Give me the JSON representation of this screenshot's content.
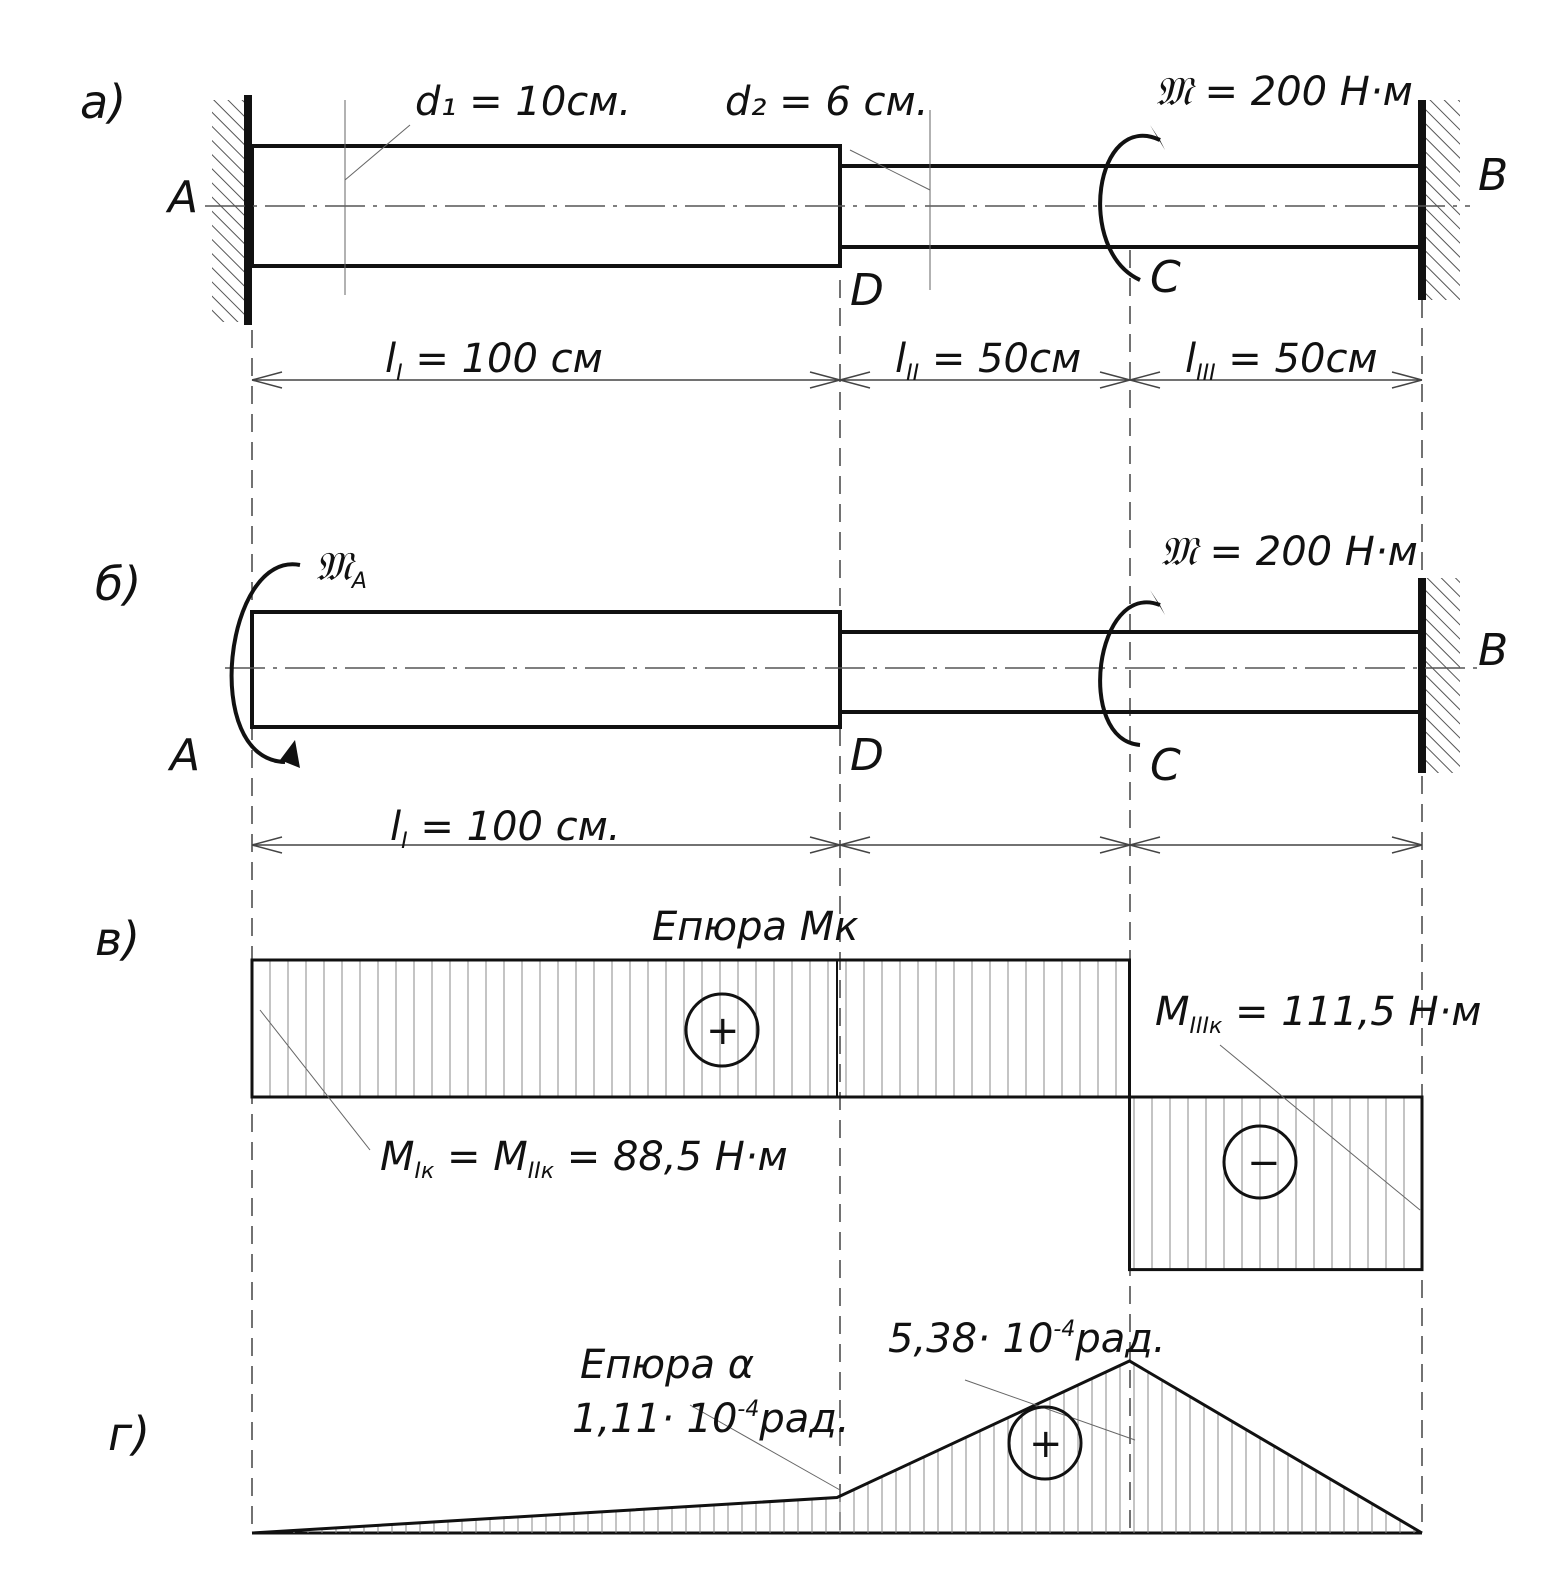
{
  "panels": {
    "a": "a)",
    "b": "б)",
    "v": "в)",
    "g": "г)"
  },
  "part_a": {
    "point_A": "A",
    "point_B": "B",
    "point_C": "C",
    "point_D": "D",
    "d1": "d₁ = 10см.",
    "d2": "d₂ = 6 см.",
    "moment": "𝔐 = 200 Н·м",
    "l1": "l",
    "l1_sub": "I",
    "l1_val": " = 100 см",
    "l2": "l",
    "l2_sub": "II",
    "l2_val": " = 50см",
    "l3": "l",
    "l3_sub": "III",
    "l3_val": " = 50см"
  },
  "part_b": {
    "point_A": "A",
    "point_B": "B",
    "point_C": "C",
    "point_D": "D",
    "moment_A": "𝔐",
    "moment_A_sub": "A",
    "moment": "𝔐 = 200 Н·м",
    "l1": "l",
    "l1_sub": "I",
    "l1_val": " = 100 см."
  },
  "part_v": {
    "title": "Епюра  Мк",
    "plus": "+",
    "minus": "−",
    "m12": "М",
    "m12_sub1": "Iк",
    "m12_mid": " = М",
    "m12_sub2": "IIк",
    "m12_val": " = 88,5 Н·м",
    "m3": "М",
    "m3_sub": "IIIк",
    "m3_val": " = 111,5 Н·м"
  },
  "part_g": {
    "title": "Епюра  α",
    "val_D": "1,11· 10",
    "val_D_exp": "-4",
    "val_D_unit": "рад.",
    "val_C": "5,38· 10",
    "val_C_exp": "-4",
    "val_C_unit": "рад.",
    "plus": "+"
  },
  "chart_data": {
    "type": "area",
    "charts": [
      {
        "name": "Мк",
        "x": [
          0,
          100,
          100,
          150,
          150,
          200
        ],
        "values": [
          88.5,
          88.5,
          88.5,
          88.5,
          -111.5,
          -111.5
        ]
      },
      {
        "name": "α",
        "x": [
          0,
          100,
          150,
          200
        ],
        "values": [
          0,
          1.11,
          5.38,
          0
        ]
      }
    ]
  }
}
